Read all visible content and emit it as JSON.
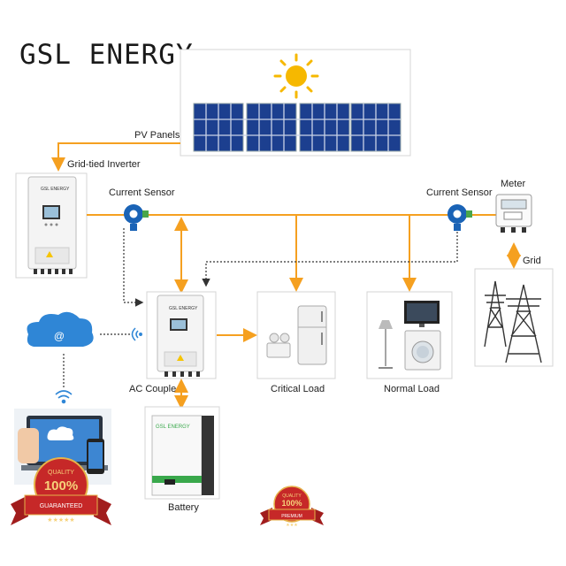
{
  "brand": "GSL ENERGY",
  "labels": {
    "pv_panels": "PV Panels",
    "inverter": "Grid-tied Inverter",
    "current_sensor_left": "Current Sensor",
    "current_sensor_right": "Current Sensor",
    "meter": "Meter",
    "grid": "Grid",
    "ac_couple": "AC Couple",
    "critical_load": "Critical Load",
    "normal_load": "Normal Load",
    "battery": "Battery"
  },
  "device_text": {
    "inverter_brand": "GSL ENERGY",
    "ac_couple_brand": "GSL ENERGY",
    "battery_brand": "GSL ENERGY"
  },
  "cloud_symbol": "@",
  "badges": {
    "left": {
      "line1": "QUALITY",
      "line2": "100%",
      "line3": "GUARANTEED",
      "stars": "★★★★★"
    },
    "right": {
      "line1": "QUALITY",
      "line2": "100%",
      "line3": "PREMIUM",
      "stars": "★★★"
    }
  },
  "colors": {
    "wire_orange": "#f5a020",
    "dashed": "#444444",
    "cloud_blue": "#2f86d6",
    "panel_blue": "#1c3f8f",
    "sun": "#f6b800",
    "sensor_blue": "#1a63b6",
    "battery_green": "#39a84b",
    "badge_red": "#c62828"
  },
  "icons": [
    "sun-icon",
    "solar-panel-icon",
    "inverter-icon",
    "current-sensor-icon",
    "meter-icon",
    "power-tower-icon",
    "cloud-icon",
    "wifi-icon",
    "lamp-icon",
    "fridge-icon",
    "tv-icon",
    "washing-machine-icon",
    "battery-icon",
    "laptop-icon",
    "guarantee-badge-icon"
  ]
}
